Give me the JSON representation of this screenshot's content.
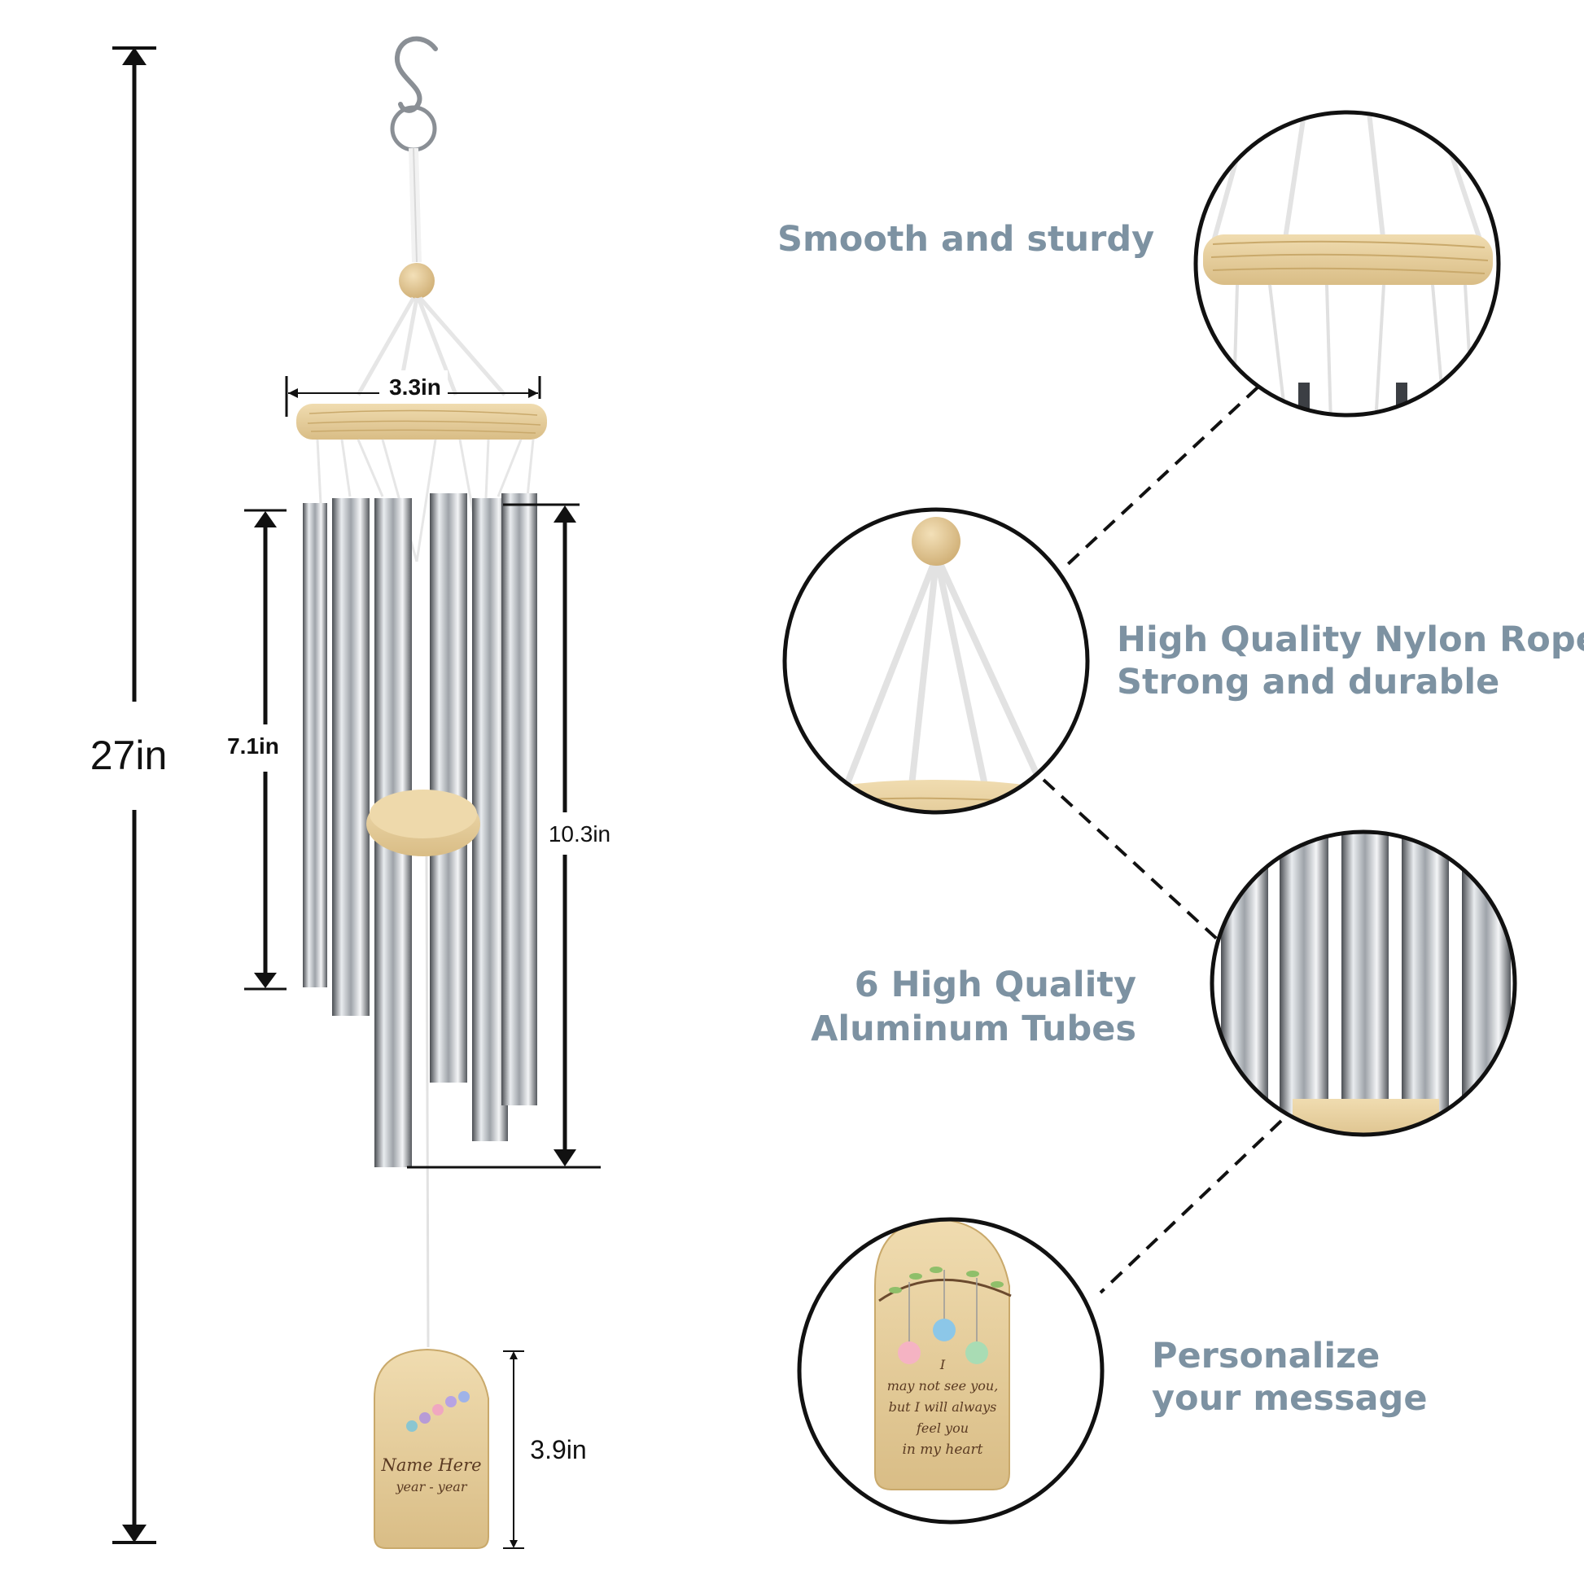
{
  "dimensions": {
    "total_height": "27in",
    "ring_width": "3.3in",
    "short_tube": "7.1in",
    "long_tube": "10.3in",
    "sail_height": "3.9in"
  },
  "features": [
    {
      "lines": [
        "Smooth and sturdy"
      ]
    },
    {
      "lines": [
        "High Quality Nylon Rope",
        "Strong and durable"
      ]
    },
    {
      "lines": [
        "6 High Quality",
        "Aluminum Tubes"
      ]
    },
    {
      "lines": [
        "Personalize",
        "your message"
      ]
    }
  ],
  "sail_small": {
    "name": "Name Here",
    "years": "year - year"
  },
  "sail_large": {
    "lines": [
      "I",
      "may not see you,",
      "but I will always",
      "feel you",
      "in my heart"
    ]
  },
  "colors": {
    "feature_text": "#7d92a2",
    "wood": "#e6cf9e",
    "metal": "#b9bdc2"
  }
}
